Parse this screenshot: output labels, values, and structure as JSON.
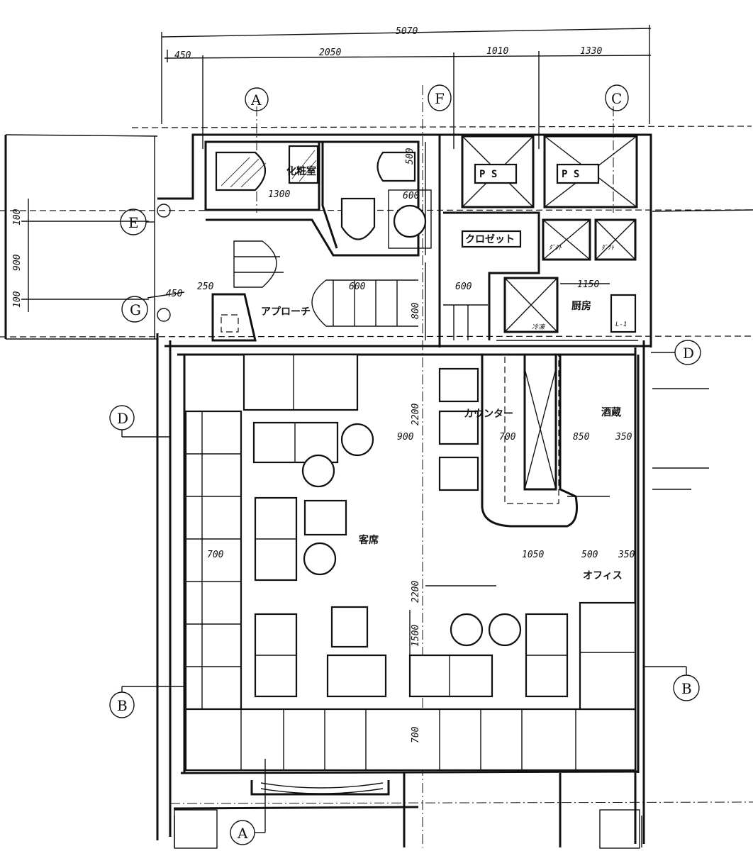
{
  "plan": {
    "dimensions": {
      "overall_width": "5070",
      "top_segment_1": "450",
      "top_segment_2": "2050",
      "top_segment_3": "1010",
      "top_segment_4": "1330",
      "left_upper": "100",
      "left_middle": "900",
      "left_lower": "100",
      "left_450": "450",
      "left_250": "250",
      "toilet_width": "1300",
      "toilet_600": "600",
      "toilet_500": "500",
      "stair_600": "600",
      "stair_800": "800",
      "closet_600": "600",
      "kitchen_1150": "1150",
      "center_2200": "2200",
      "seat_900": "900",
      "counter_700": "700",
      "counter_850": "850",
      "counter_350": "350",
      "seat_700_left": "700",
      "floor_1050": "1050",
      "floor_500": "500",
      "floor_350": "350",
      "center_2200_lower": "2200",
      "center_1500": "1500",
      "bottom_700": "700"
    },
    "rooms": {
      "powder_room": "化粧室",
      "approach": "アプローチ",
      "closet": "クロゼット",
      "kitchen": "厨房",
      "counter": "カウンター",
      "guest_seating": "客席",
      "wine_cellar": "酒蔵",
      "office": "オフィス",
      "ps_left": "P S",
      "ps_right": "P S",
      "small_tag_1": "ﾀﾞｸﾄ",
      "small_tag_2": "ﾀﾞｸﾄ",
      "small_tag_3": "冷凍",
      "small_tag_4": "L-1"
    },
    "grid": {
      "a_top": "A",
      "f_top": "F",
      "c_top": "C",
      "e_left": "E",
      "g_left": "G",
      "d_right": "D",
      "d_left": "D",
      "b_left": "B",
      "b_right": "B",
      "a_bottom": "A"
    }
  }
}
